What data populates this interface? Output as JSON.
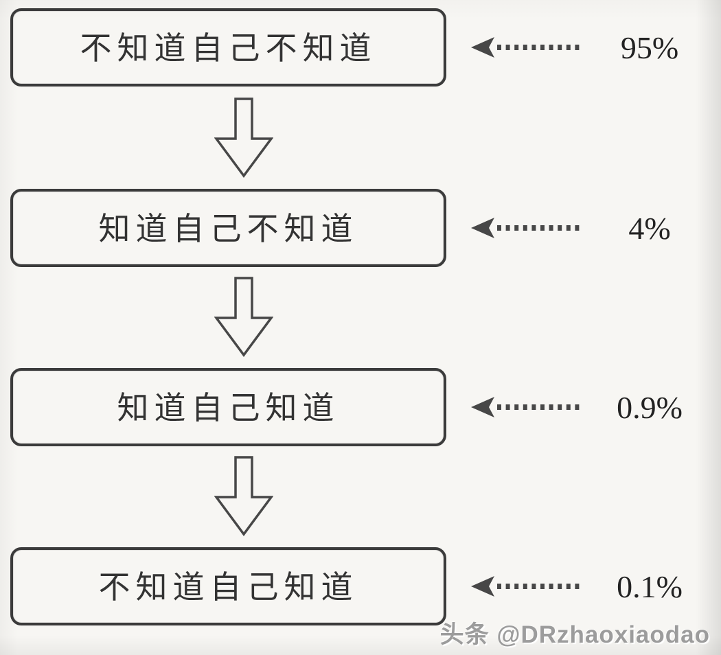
{
  "diagram": {
    "title": "stages-of-knowing-flow",
    "stages": [
      {
        "label": "不知道自己不知道",
        "percent": "95%"
      },
      {
        "label": "知道自己不知道",
        "percent": "4%"
      },
      {
        "label": "知道自己知道",
        "percent": "0.9%"
      },
      {
        "label": "不知道自己知道",
        "percent": "0.1%"
      }
    ],
    "connector": "down-arrow",
    "pointer": "dotted-arrow-left"
  },
  "watermark": {
    "text": "头条 @DRzhaoxiaodao"
  },
  "colors": {
    "ink": "#333333",
    "border_ink": "#3b3b3b",
    "arrow_ink": "#474747",
    "bg": "#f7f6f3",
    "watermark_gray": "#9c9c9c"
  }
}
